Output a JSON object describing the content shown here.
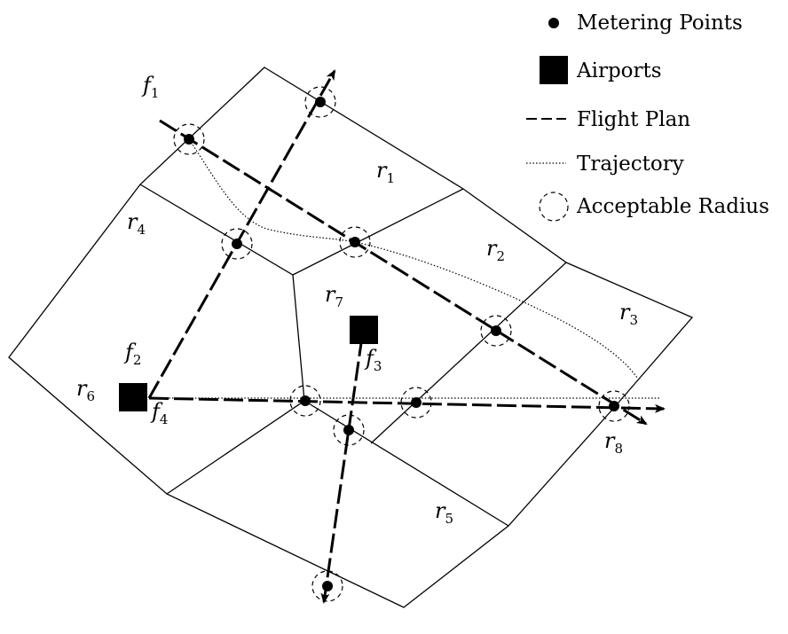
{
  "legend": {
    "metering_points": "Metering Points",
    "airports": "Airports",
    "flight_plan": "Flight Plan",
    "trajectory": "Trajectory",
    "acceptable_radius": "Acceptable Radius"
  },
  "regions": [
    {
      "base": "r",
      "sub": "1"
    },
    {
      "base": "r",
      "sub": "2"
    },
    {
      "base": "r",
      "sub": "3"
    },
    {
      "base": "r",
      "sub": "4"
    },
    {
      "base": "r",
      "sub": "5"
    },
    {
      "base": "r",
      "sub": "6"
    },
    {
      "base": "r",
      "sub": "7"
    },
    {
      "base": "r",
      "sub": "8"
    }
  ],
  "flights": [
    {
      "base": "f",
      "sub": "1"
    },
    {
      "base": "f",
      "sub": "2"
    },
    {
      "base": "f",
      "sub": "3"
    },
    {
      "base": "f",
      "sub": "4"
    }
  ]
}
